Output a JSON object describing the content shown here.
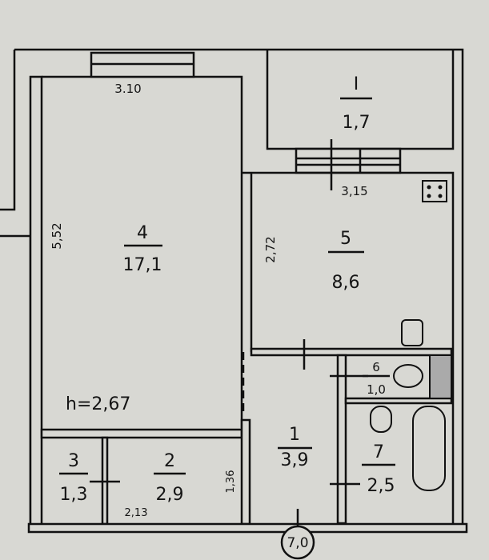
{
  "plan": {
    "ceiling_height": "h=2,67",
    "rooms": [
      {
        "number": "4",
        "area": "17,1"
      },
      {
        "number": "5",
        "area": "8,6"
      },
      {
        "number": "I",
        "area": "1,7"
      },
      {
        "number": "1",
        "area": "3,9"
      },
      {
        "number": "2",
        "area": "2,9"
      },
      {
        "number": "3",
        "area": "1,3"
      },
      {
        "number": "6",
        "area": "1,0"
      },
      {
        "number": "7",
        "area": "2,5"
      }
    ],
    "dimensions": {
      "room4_width": "3.10",
      "room4_length": "5,52",
      "room5_width": "3,15",
      "room5_length": "2,72",
      "corridor_width": "1,36",
      "room2_width": "2,13"
    },
    "axis_marker": "7,0"
  }
}
